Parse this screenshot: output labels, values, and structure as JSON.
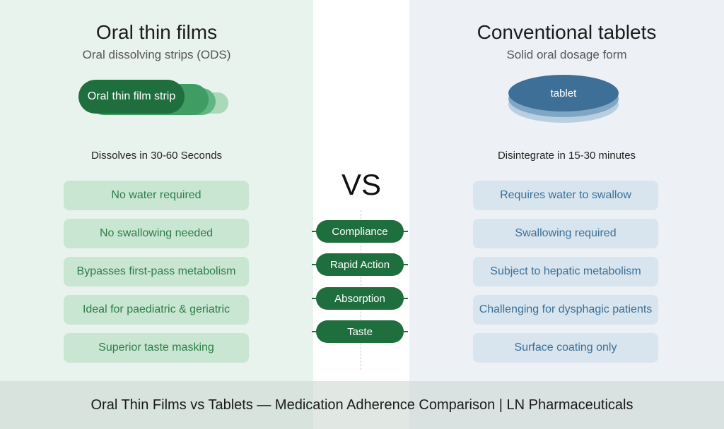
{
  "left": {
    "title": "Oral thin films",
    "subtitle": "Oral dissolving strips (ODS)",
    "illustration_label": "Oral thin film strip",
    "timing": "Dissolves in 30-60 Seconds",
    "items": [
      "No water required",
      "No swallowing needed",
      "Bypasses first-pass metabolism",
      "Ideal for paediatric & geriatric",
      "Superior taste masking"
    ]
  },
  "right": {
    "title": "Conventional tablets",
    "subtitle": "Solid oral dosage form",
    "illustration_label": "tablet",
    "timing": "Disintegrate in 15-30 minutes",
    "items": [
      "Requires water to swallow",
      "Swallowing required",
      "Subject to hepatic metabolism",
      "Challenging for dysphagic patients",
      "Surface coating only"
    ]
  },
  "center": {
    "vs": "VS",
    "criteria": [
      "Compliance",
      "Rapid Action",
      "Absorption",
      "Taste"
    ]
  },
  "footer": "Oral Thin Films vs Tablets — Medication Adherence Comparison | LN Pharmaceuticals",
  "colors": {
    "green_dark": "#1f6e3e",
    "green_text": "#2e7d47",
    "blue_dark": "#3e7097",
    "blue_text": "#3b6f97"
  }
}
